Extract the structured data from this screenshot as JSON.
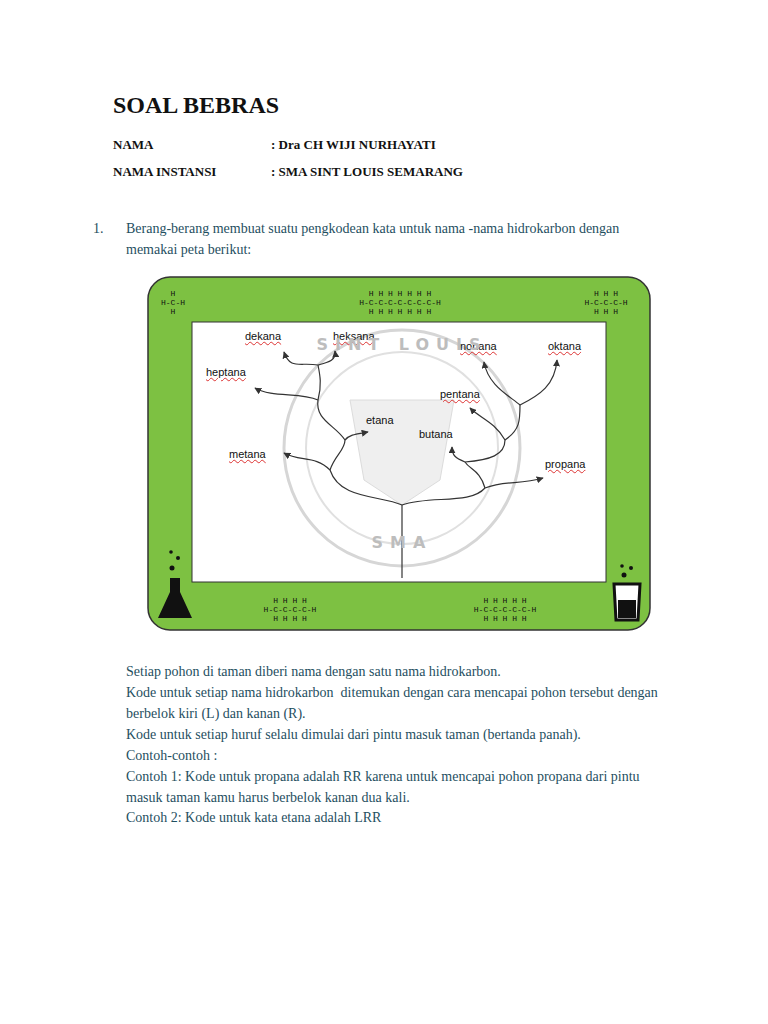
{
  "diagram": {
    "title": "SOAL BEBRAS",
    "labels": [
      "NAMA",
      ": Dra CH WIJI NURHAYATI",
      "NAMA INSTANSI",
      ": SMA SINT LOUIS SEMARANG",
      "1.",
      "Berang-berang membuat suatu pengkodean kata untuk nama -nama hidrokarbon dengan memakai peta berikut:",
      "dekana",
      "heksana",
      "nonana",
      "oktana",
      "heptana",
      "pentana",
      "etana",
      "butana",
      "metana",
      "propana",
      "SINT LOUIS",
      "SMA",
      "H",
      "H-C-H",
      "H",
      "H H H H H H H",
      "H-C-C-C-C-C-C-C-H",
      "H H H H H H H",
      "H H H",
      "H-C-C-C-H",
      "H H H",
      "H H H H",
      "H-C-C-C-C-H",
      "H H H H",
      "H H H H H",
      "H-C-C-C-C-C-H",
      "H H H H H",
      "Setiap pohon di taman diberi nama dengan satu nama hidrokarbon.",
      "Kode untuk setiap nama hidrokarbon  ditemukan dengan cara mencapai pohon tersebut dengan berbelok kiri (L) dan kanan (R).",
      "Kode untuk setiap huruf selalu dimulai dari pintu masuk taman (bertanda panah).",
      "Contoh-contoh :",
      "Contoh 1: Kode untuk propana adalah RR karena untuk mencapai pohon propana dari pintu masuk taman kamu harus berbelok kanan dua kali.",
      "Contoh 2: Kode untuk kata etana adalah LRR"
    ]
  }
}
